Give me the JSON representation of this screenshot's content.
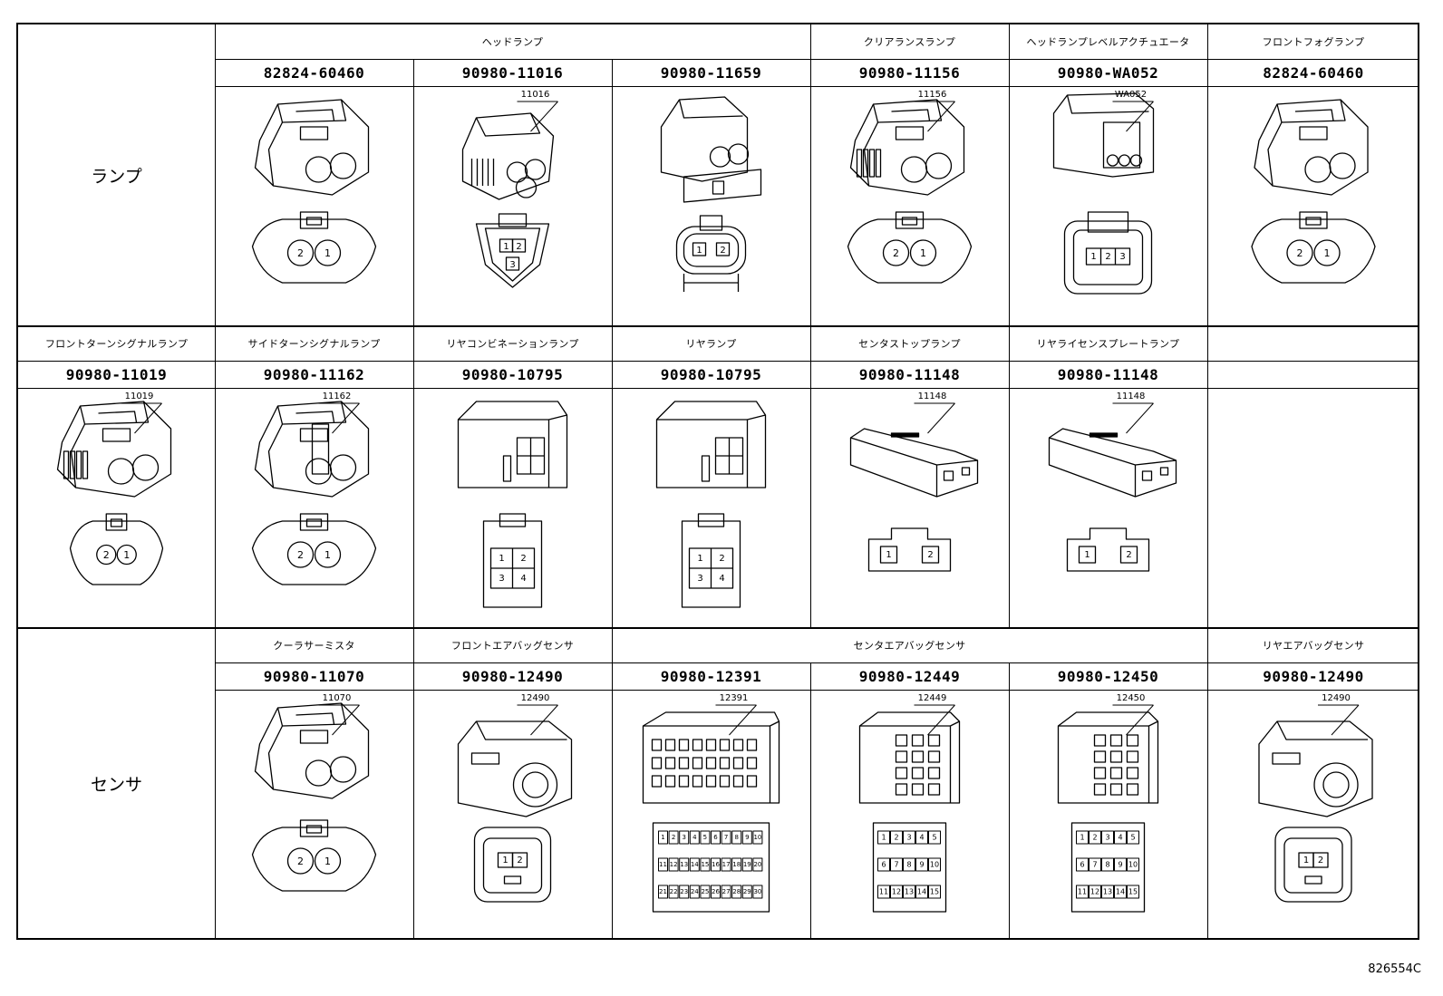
{
  "sections": [
    {
      "category": "ランプ",
      "groups": [
        {
          "name": "ヘッドランプ",
          "span": 3
        },
        {
          "name": "クリアランスランプ",
          "span": 1
        },
        {
          "name": "ヘッドランプレベルアクチュエータ",
          "span": 1
        },
        {
          "name": "フロントフォグランプ",
          "span": 1
        }
      ],
      "columns": [
        {
          "part": "82824-60460",
          "callout": "",
          "pins": [
            "2",
            "1"
          ],
          "face": "round2"
        },
        {
          "part": "90980-11016",
          "callout": "11016",
          "pins": [
            "1",
            "2",
            "3"
          ],
          "face": "tri3"
        },
        {
          "part": "90980-11659",
          "callout": "",
          "pins": [
            "1",
            "2"
          ],
          "face": "rect2"
        },
        {
          "part": "90980-11156",
          "callout": "11156",
          "pins": [
            "2",
            "1"
          ],
          "face": "round2b"
        },
        {
          "part": "90980-WA052",
          "callout": "WA052",
          "pins": [
            "1",
            "2",
            "3"
          ],
          "face": "rect3"
        },
        {
          "part": "82824-60460",
          "callout": "",
          "pins": [
            "2",
            "1"
          ],
          "face": "round2"
        }
      ]
    },
    {
      "category": "",
      "groups": [
        {
          "name": "フロントターンシグナルランプ",
          "span": 1
        },
        {
          "name": "サイドターンシグナルランプ",
          "span": 1
        },
        {
          "name": "リヤコンビネーションランプ",
          "span": 1
        },
        {
          "name": "リヤランプ",
          "span": 1
        },
        {
          "name": "センタストップランプ",
          "span": 1
        },
        {
          "name": "リヤライセンスプレートランプ",
          "span": 1
        },
        {
          "name": "",
          "span": 1
        }
      ],
      "columns": [
        {
          "part": "90980-11019",
          "callout": "11019",
          "pins": [
            "2",
            "1"
          ],
          "face": "small2"
        },
        {
          "part": "90980-11162",
          "callout": "11162",
          "pins": [
            "2",
            "1"
          ],
          "face": "round2c"
        },
        {
          "part": "90980-10795",
          "callout": "",
          "pins": [
            "1",
            "2",
            "3",
            "4"
          ],
          "face": "quad4"
        },
        {
          "part": "90980-10795",
          "callout": "",
          "pins": [
            "1",
            "2",
            "3",
            "4"
          ],
          "face": "quad4"
        },
        {
          "part": "90980-11148",
          "callout": "11148",
          "pins": [
            "1",
            "2"
          ],
          "face": "flat2"
        },
        {
          "part": "90980-11148",
          "callout": "11148",
          "pins": [
            "1",
            "2"
          ],
          "face": "flat2"
        },
        {
          "part": "",
          "callout": "",
          "pins": [],
          "face": "none"
        }
      ]
    },
    {
      "category": "センサ",
      "groups": [
        {
          "name": "クーラサーミスタ",
          "span": 1
        },
        {
          "name": "フロントエアバッグセンサ",
          "span": 1
        },
        {
          "name": "センタエアバッグセンサ",
          "span": 3
        },
        {
          "name": "リヤエアバッグセンサ",
          "span": 1
        }
      ],
      "columns": [
        {
          "part": "90980-11070",
          "callout": "11070",
          "pins": [
            "2",
            "1"
          ],
          "face": "round2d"
        },
        {
          "part": "90980-12490",
          "callout": "12490",
          "pins": [
            "1",
            "2"
          ],
          "face": "bag2"
        },
        {
          "part": "90980-12391",
          "callout": "12391",
          "pins": [
            "1",
            "2",
            "3",
            "4",
            "5",
            "6",
            "7",
            "8",
            "9",
            "10",
            "11",
            "12",
            "13",
            "14",
            "15",
            "16",
            "17",
            "18",
            "19",
            "20",
            "21",
            "22",
            "23",
            "24",
            "25",
            "26",
            "27",
            "28",
            "29",
            "30"
          ],
          "face": "grid30"
        },
        {
          "part": "90980-12449",
          "callout": "12449",
          "pins": [
            "1",
            "2",
            "3",
            "4",
            "5",
            "6",
            "7",
            "8",
            "9",
            "10",
            "11",
            "12",
            "13",
            "14",
            "15"
          ],
          "face": "grid15"
        },
        {
          "part": "90980-12450",
          "callout": "12450",
          "pins": [
            "1",
            "2",
            "3",
            "4",
            "5",
            "6",
            "7",
            "8",
            "9",
            "10",
            "11",
            "12",
            "13",
            "14",
            "15"
          ],
          "face": "grid15"
        },
        {
          "part": "90980-12490",
          "callout": "12490",
          "pins": [
            "1",
            "2"
          ],
          "face": "bag2"
        }
      ]
    }
  ],
  "diagram_code": "826554C"
}
